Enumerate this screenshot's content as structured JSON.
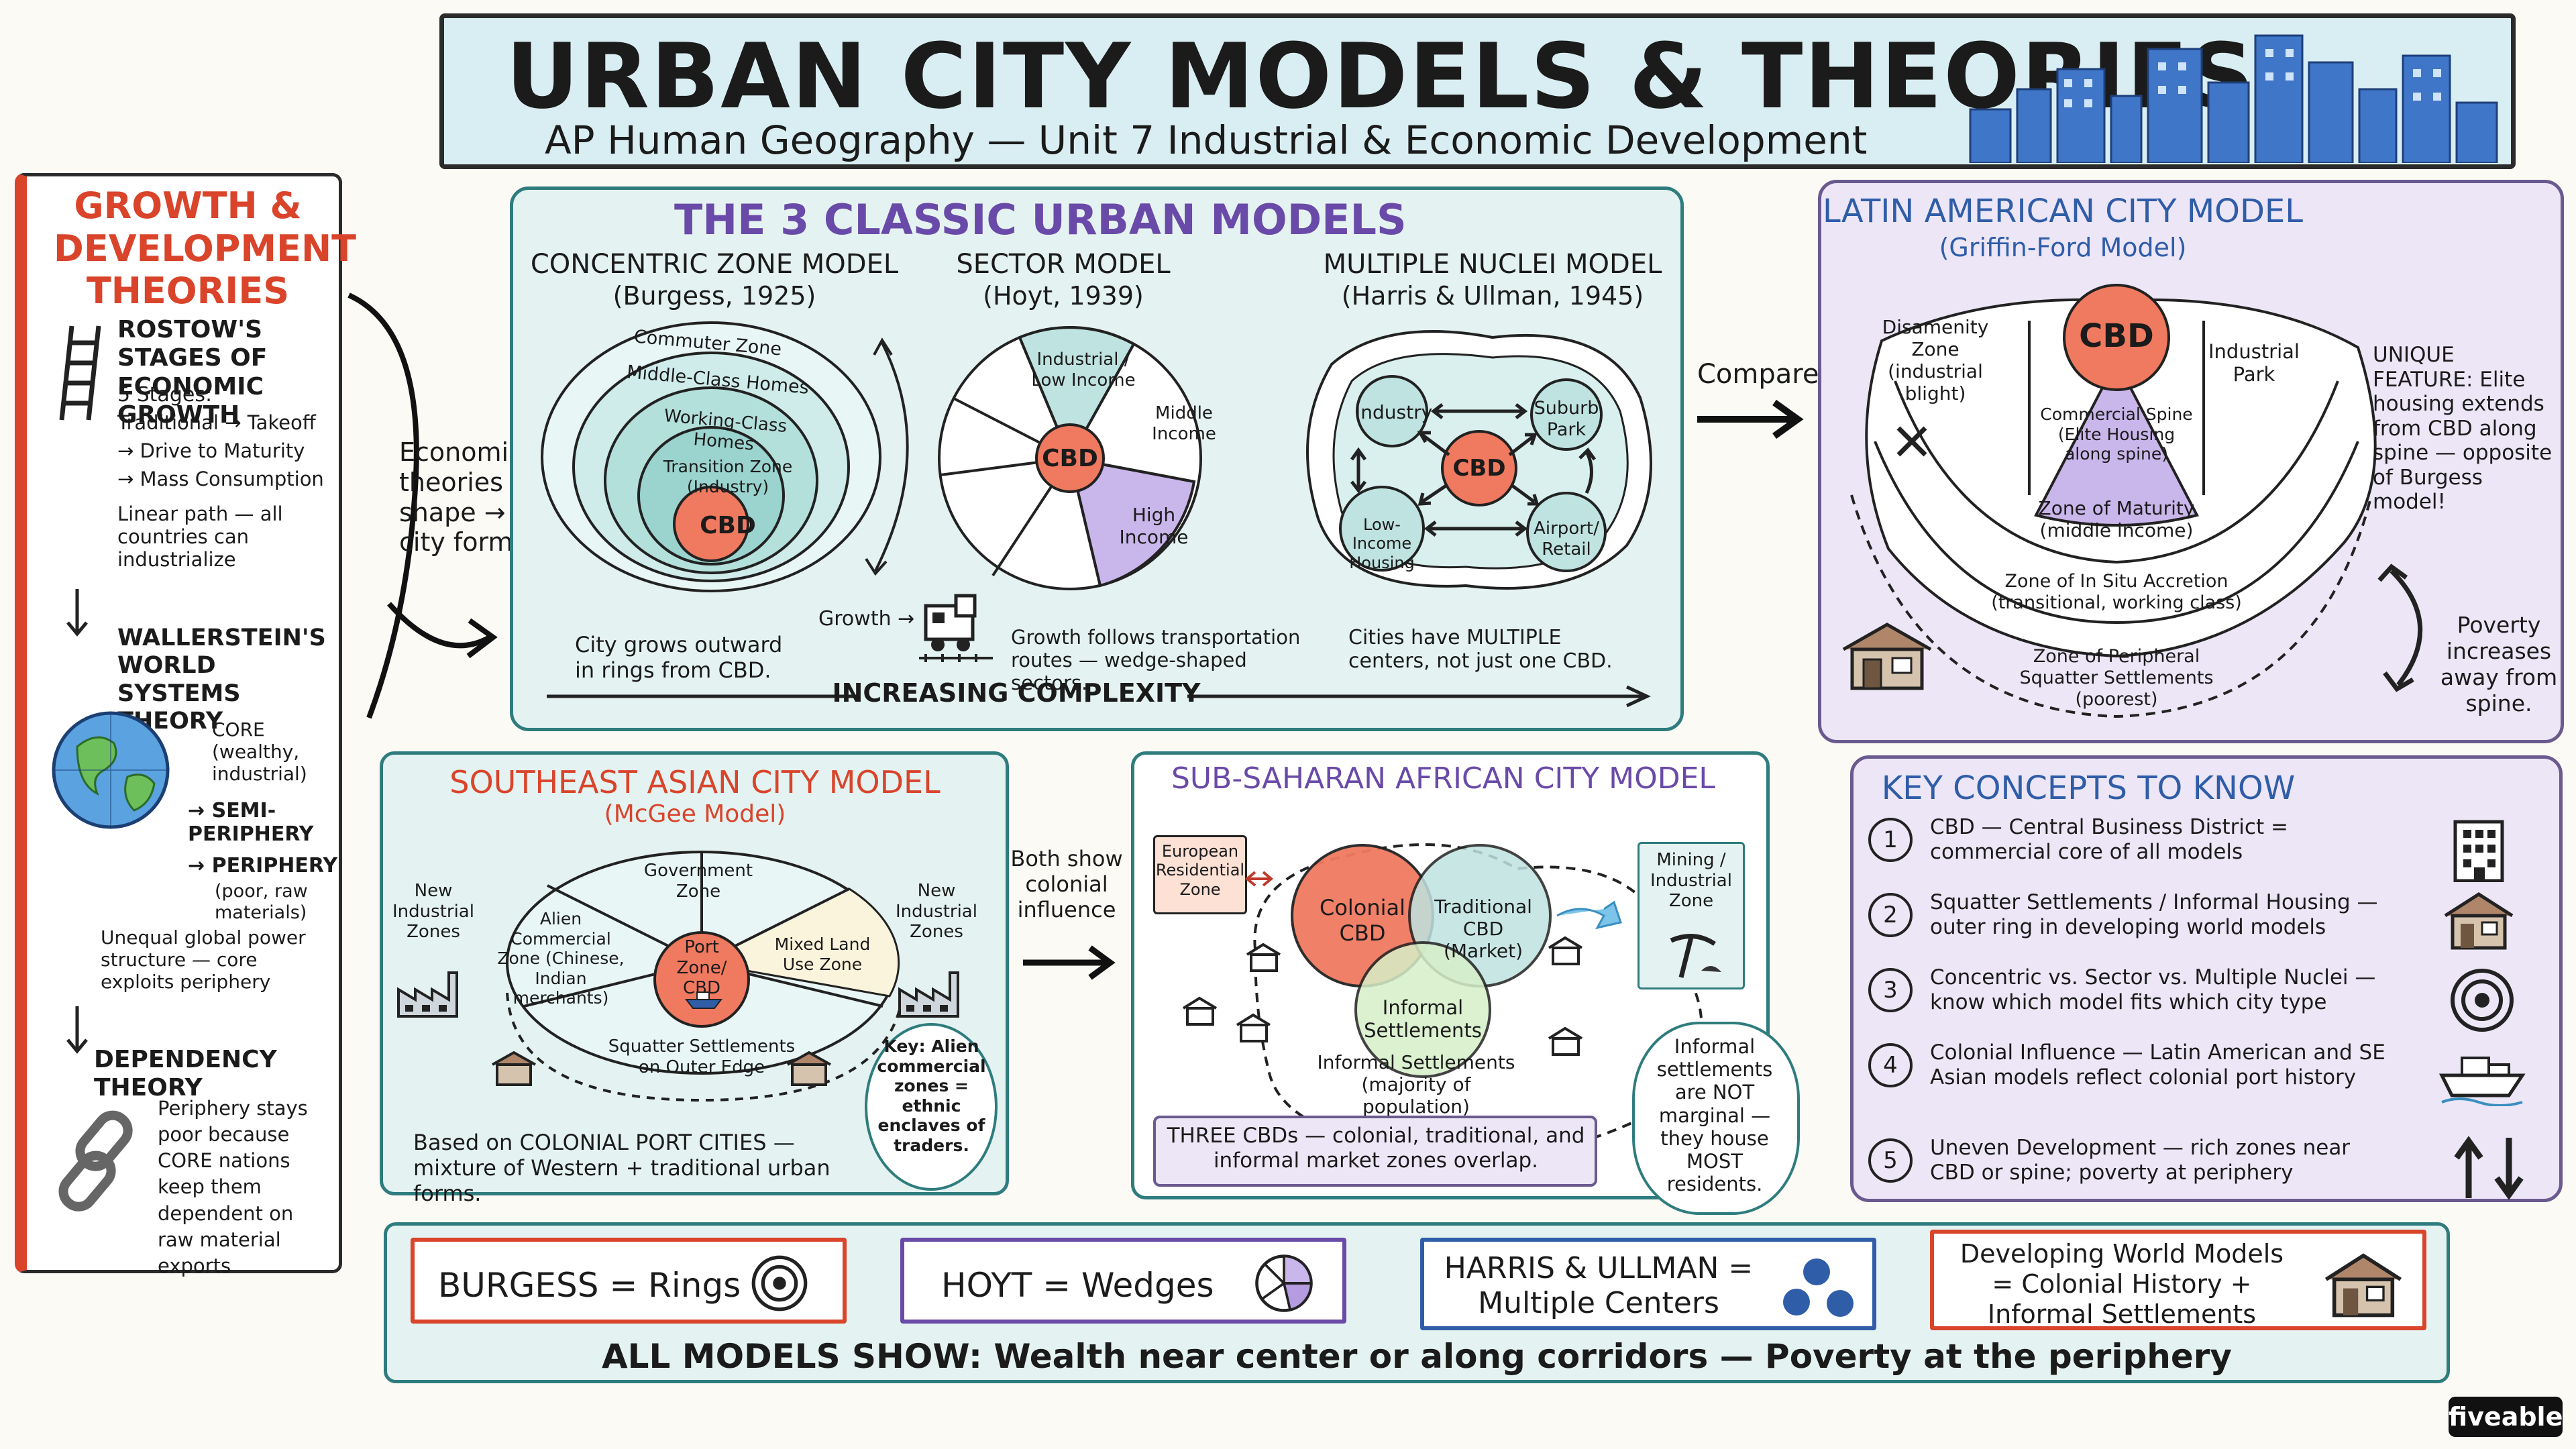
{
  "header": {
    "title": "URBAN CITY MODELS & THEORIES",
    "subtitle": "AP Human Geography — Unit 7  Industrial & Economic Development"
  },
  "growth": {
    "title": "GROWTH & DEVELOPMENT THEORIES",
    "rostow_title": "ROSTOW'S STAGES OF ECONOMIC GROWTH",
    "stages_label": "5 Stages:",
    "stages": [
      "Traditional → Takeoff",
      "→ Drive to Maturity",
      "→ Mass Consumption"
    ],
    "linear": "Linear path — all countries can industrialize",
    "wallerstein_title": "WALLERSTEIN'S WORLD SYSTEMS THEORY",
    "core": "CORE (wealthy, industrial)",
    "semi": "→ SEMI-PERIPHERY",
    "periphery": "→ PERIPHERY",
    "periphery_note": "(poor, raw materials)",
    "unequal": "Unequal global power structure — core exploits periphery",
    "dependency_title": "DEPENDENCY THEORY",
    "dependency_text": "Periphery stays poor because CORE nations keep them dependent on raw material exports"
  },
  "connector_note": "Economic theories shape → city form",
  "classic": {
    "title": "THE 3 CLASSIC URBAN MODELS",
    "concentric": {
      "title": "CONCENTRIC ZONE MODEL",
      "cite": "(Burgess, 1925)",
      "rings": [
        "Commuter Zone",
        "Middle-Class Homes",
        "Working-Class Homes",
        "Transition Zone (Industry)"
      ],
      "cbd": "CBD",
      "caption": "City grows outward in rings from CBD.",
      "growth": "Growth →"
    },
    "sector": {
      "title": "SECTOR MODEL",
      "cite": "(Hoyt, 1939)",
      "industrial": "Industrial / Low Income",
      "middle": "Middle Income",
      "high": "High Income",
      "cbd": "CBD",
      "caption": "Growth follows transportation routes — wedge-shaped sectors."
    },
    "nuclei": {
      "title": "MULTIPLE NUCLEI MODEL",
      "cite": "(Harris & Ullman, 1945)",
      "industry": "Industry",
      "suburb": "Suburb Park",
      "cbd": "CBD",
      "lowincome": "Low-Income Housing",
      "airport": "Airport/ Retail",
      "caption": "Cities have MULTIPLE centers, not just one CBD."
    },
    "complexity": "INCREASING COMPLEXITY"
  },
  "compare": "Compare",
  "latin": {
    "title": "LATIN AMERICAN CITY MODEL",
    "subtitle": "(Griffin-Ford Model)",
    "cbd": "CBD",
    "disamenity": "Disamenity Zone (industrial blight)",
    "industrial_park": "Industrial Park",
    "spine": "Commercial Spine (Elite Housing along spine)",
    "maturity": "Zone of Maturity (middle income)",
    "insitu": "Zone of In Situ Accretion (transitional, working class)",
    "squatter": "Zone of Peripheral Squatter Settlements (poorest)",
    "unique": "UNIQUE FEATURE: Elite housing extends from CBD along spine — opposite of Burgess model!",
    "poverty": "Poverty increases away from spine."
  },
  "seasian": {
    "title": "SOUTHEAST ASIAN CITY MODEL",
    "subtitle": "(McGee Model)",
    "new_industrial_left": "New Industrial Zones",
    "new_industrial_right": "New Industrial Zones",
    "government": "Government Zone",
    "alien": "Alien Commercial Zone (Chinese, Indian merchants)",
    "port": "Port Zone/ CBD",
    "mixed": "Mixed Land Use Zone",
    "squatter": "Squatter Settlements on Outer Edge",
    "key": "Key: Alien commercial zones = ethnic enclaves of traders.",
    "caption": "Based on COLONIAL PORT CITIES — mixture of Western + traditional urban forms."
  },
  "both_show": "Both show colonial influence",
  "african": {
    "title": "SUB-SAHARAN AFRICAN CITY MODEL",
    "european": "European Residential Zone",
    "colonial": "Colonial CBD",
    "traditional": "Traditional CBD (Market)",
    "informal": "Informal Settlements",
    "mining": "Mining / Industrial Zone",
    "informal_note": "Informal Settlements (majority of population)",
    "caption": "THREE CBDs — colonial, traditional, and informal market zones overlap.",
    "bubble": "Informal settlements are NOT marginal — they house MOST residents."
  },
  "key_concepts": {
    "title": "KEY CONCEPTS TO KNOW",
    "items": [
      {
        "num": "1",
        "text": "CBD — Central Business District = commercial core of all models"
      },
      {
        "num": "2",
        "text": "Squatter Settlements / Informal Housing — outer ring in developing world models"
      },
      {
        "num": "3",
        "text": "Concentric vs. Sector vs. Multiple Nuclei — know which model fits which city type"
      },
      {
        "num": "4",
        "text": "Colonial Influence — Latin American and SE Asian models reflect colonial port history"
      },
      {
        "num": "5",
        "text": "Uneven Development — rich zones near CBD or spine; poverty at periphery"
      }
    ]
  },
  "summary": {
    "burgess": "BURGESS = Rings",
    "hoyt": "HOYT = Wedges",
    "harris": "HARRIS & ULLMAN = Multiple Centers",
    "developing": "Developing World Models = Colonial History + Informal Settlements",
    "all_models": "ALL MODELS SHOW: Wealth near center or along corridors — Poverty at the periphery"
  },
  "brand": "fiveable",
  "colors": {
    "teal": "#2f7c7e",
    "purple": "#6a4aa8",
    "red": "#d9442b",
    "cbd": "#f07a60",
    "lav": "#c9b6ea",
    "paleteal": "#bfe3e0"
  }
}
